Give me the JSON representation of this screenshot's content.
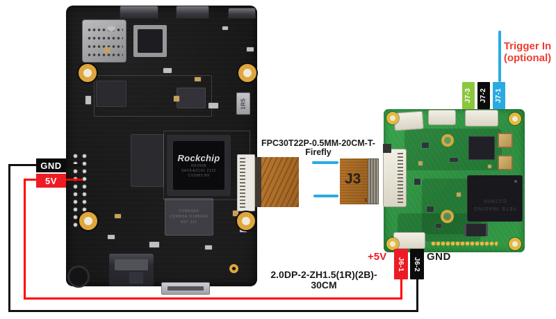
{
  "colors": {
    "label_red": "#ED1C24",
    "label_blue": "#29ABE2",
    "label_green": "#8CC63E",
    "wire_red": "#FF0000",
    "wire_black": "#111111",
    "board_green": "#2E9440",
    "board_black": "#171717",
    "copper": "#B06F28",
    "annotation_red": "#F03B2E",
    "text_dark": "#1A1A1A"
  },
  "annotations": {
    "trigger": {
      "line1": "Trigger In",
      "line2": "(optional)"
    },
    "left_power": {
      "gnd": "GND",
      "v5": "5V"
    },
    "right_power": {
      "plus5v": "+5V",
      "gnd": "GND"
    },
    "j7": {
      "pin3": "J7-3",
      "pin2": "J7-2",
      "pin1": "J7-1"
    },
    "j6": {
      "pin1": "J6-1",
      "pin2": "J6-2"
    },
    "fpc_cable": {
      "line1": "FPC30T22P-0.5MM-20CM-T-",
      "line2": "Firefly",
      "connector": "J3",
      "pin_mark": "5"
    },
    "power_cable": {
      "line1": "2.0DP-2-ZH1.5(1R)(2B)-",
      "line2": "30CM"
    }
  },
  "left_board": {
    "soc": {
      "brand": "Rockchip",
      "line1": "RK3568",
      "line2": "SACKAZC41 2132",
      "line3": "CV2963 B9"
    },
    "emmc": {
      "brand": "FORESEE",
      "line1": "CQWR9A D19BKKF",
      "line2": "A97 391"
    },
    "inductor": "1R5"
  },
  "camera_board": {
    "sensor": {
      "line1": "YETE IMAGING",
      "line2": "GX2M60"
    }
  }
}
